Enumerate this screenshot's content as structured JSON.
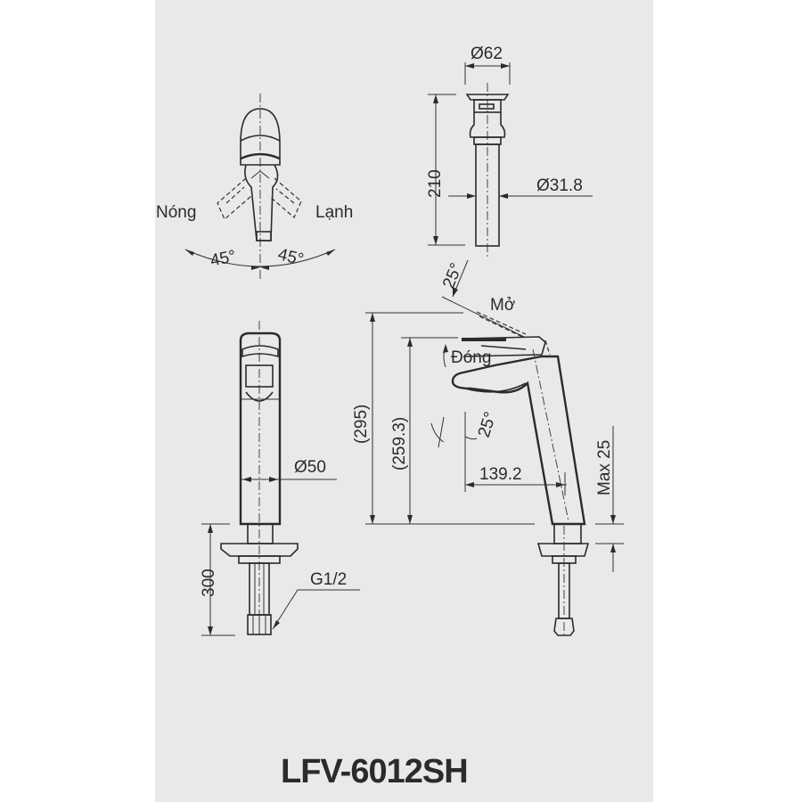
{
  "diagram": {
    "model": "LFV-6012SH",
    "background_color": "#e9e9e9",
    "line_color": "#2b2b2b",
    "top_view": {
      "label_hot": "Nóng",
      "label_cold": "Lạnh",
      "angle_left": "45°",
      "angle_right": "45°"
    },
    "drain_view": {
      "top_diameter": "Ø62",
      "pipe_diameter": "Ø31.8",
      "height": "210"
    },
    "front_view": {
      "body_diameter": "Ø50",
      "shank_length": "300",
      "thread": "G1/2"
    },
    "side_view": {
      "open_angle": "25°",
      "open_label": "Mở",
      "closed_label": "Đóng",
      "total_height": "(295)",
      "outlet_height": "(259.3)",
      "spout_angle": "25°",
      "reach": "139.2",
      "max_deck": "Max 25"
    }
  }
}
